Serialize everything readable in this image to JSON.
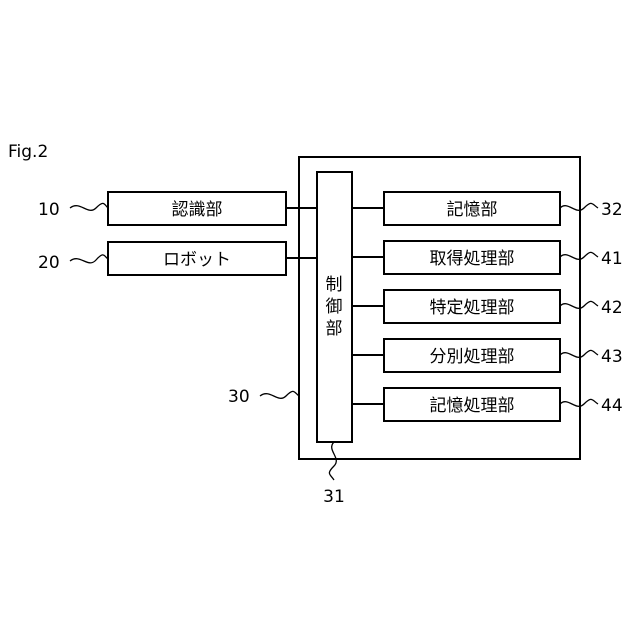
{
  "figure_label": "Fig.2",
  "blocks": {
    "recognition_unit": {
      "label": "認識部",
      "ref": "10"
    },
    "robot": {
      "label": "ロボット",
      "ref": "20"
    },
    "controller": {
      "ref": "30"
    },
    "control_unit": {
      "label_chars": [
        "制",
        "御",
        "部"
      ],
      "ref": "31"
    },
    "storage_unit": {
      "label": "記憶部",
      "ref": "32"
    },
    "acquisition_processing_unit": {
      "label": "取得処理部",
      "ref": "41"
    },
    "identification_processing_unit": {
      "label": "特定処理部",
      "ref": "42"
    },
    "sorting_processing_unit": {
      "label": "分別処理部",
      "ref": "43"
    },
    "storage_processing_unit": {
      "label": "記憶処理部",
      "ref": "44"
    }
  }
}
